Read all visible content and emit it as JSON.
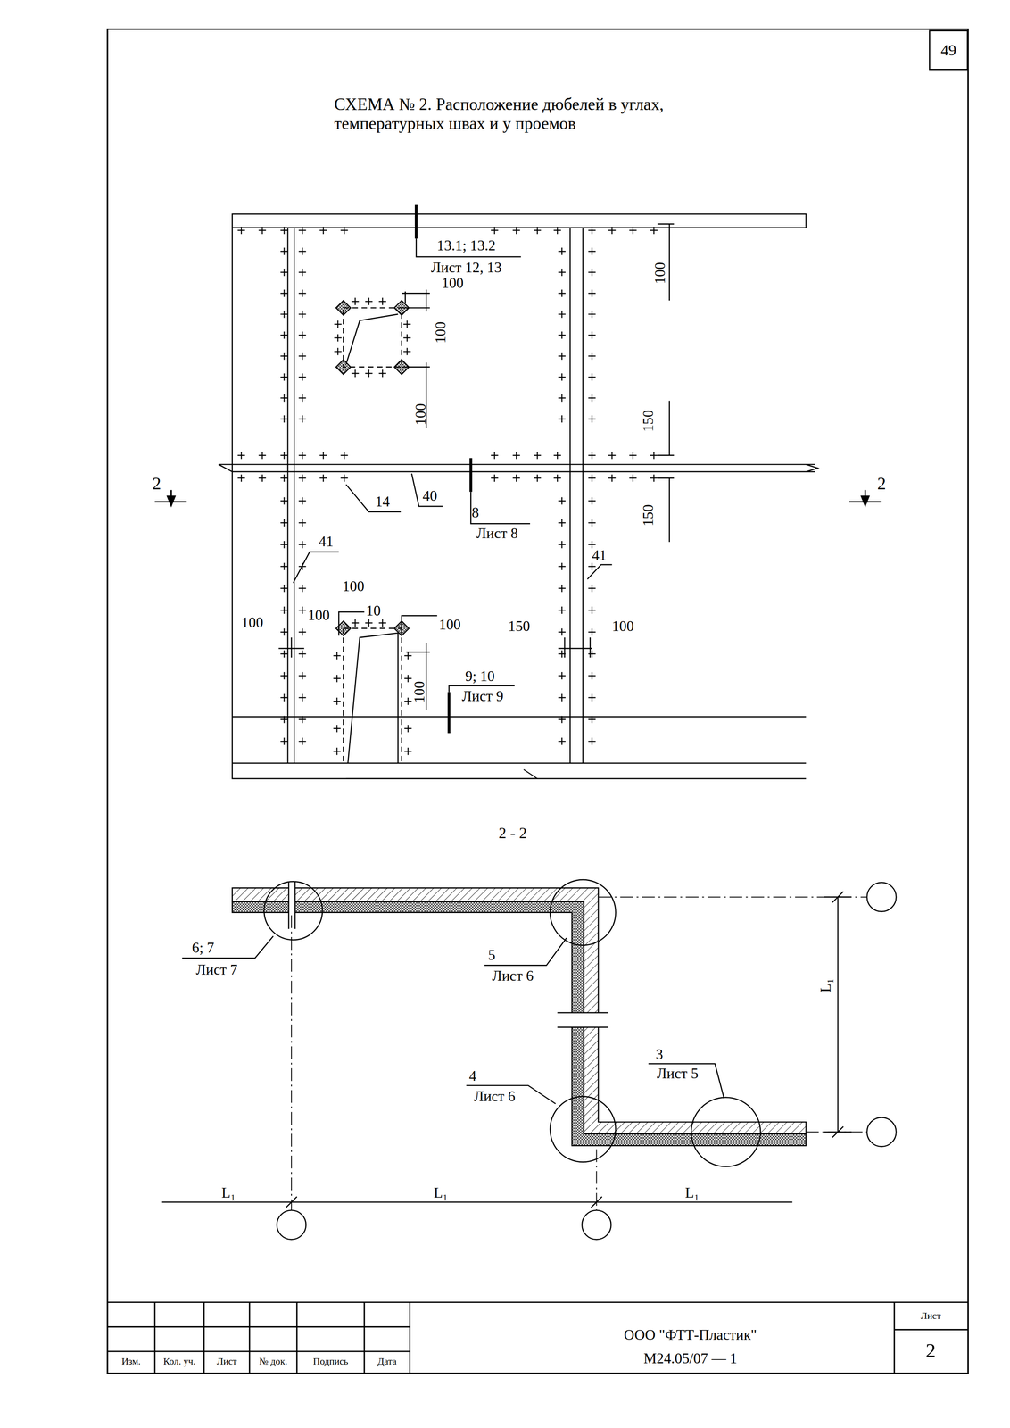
{
  "diagram": {
    "title": "СХЕМА № 2. Расположение дюбелей в углах, температурных швах и у проемов",
    "nodes": [
      {
        "text": [
          "49"
        ]
      }
    ],
    "labels": [
      "13.1; 13.2",
      "Лист 12, 13",
      "100",
      "100",
      "100",
      "100",
      "150",
      "2",
      "2",
      "14",
      "40",
      "8",
      "Лист 8",
      "150",
      "41",
      "41",
      "100",
      "10",
      "100",
      "100",
      "100",
      "150",
      "100",
      "100",
      "9; 10",
      "Лист 9",
      "2 - 2",
      "6; 7",
      "Лист 7",
      "5",
      "Лист 6",
      "L₁",
      "3",
      "Лист 5",
      "4",
      "Лист 6",
      "L₁",
      "L₁",
      "L₁",
      "Изм.",
      "Кол. уч.",
      "Лист",
      "№ док.",
      "Подпись",
      "Дата",
      "ООО \"ФТТ-Пластик\"",
      "М24.05/07 — 1",
      "Лист",
      "2"
    ]
  }
}
